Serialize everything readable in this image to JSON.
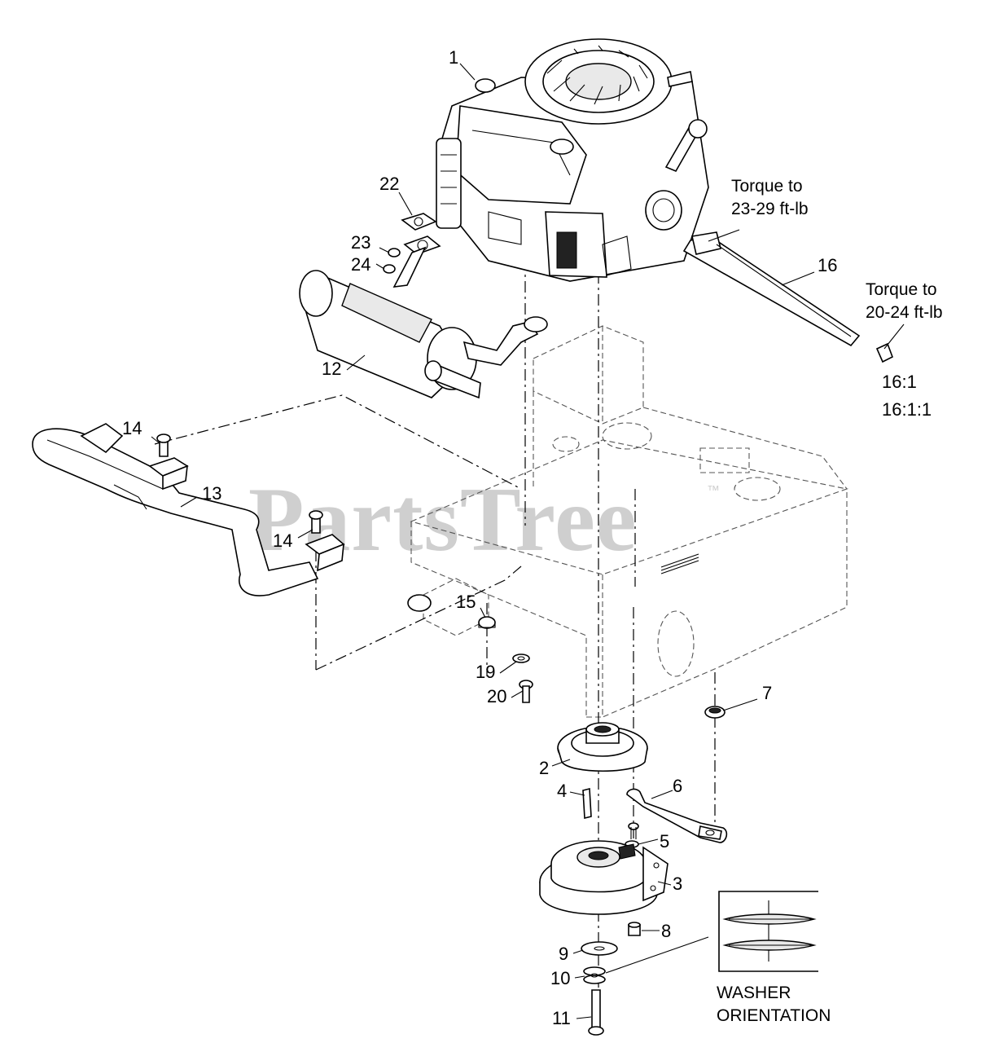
{
  "watermark": {
    "text": "PartsTree",
    "trademark": "™"
  },
  "parts": {
    "p1": "1",
    "p2": "2",
    "p3": "3",
    "p4": "4",
    "p5": "5",
    "p6": "6",
    "p7": "7",
    "p8": "8",
    "p9": "9",
    "p10": "10",
    "p11": "11",
    "p12": "12",
    "p13": "13",
    "p14a": "14",
    "p14b": "14",
    "p15": "15",
    "p16": "16",
    "p16_1": "16:1",
    "p16_1_1": "16:1:1",
    "p19": "19",
    "p20": "20",
    "p22": "22",
    "p23": "23",
    "p24": "24"
  },
  "notes": {
    "torque1_line1": "Torque to",
    "torque1_line2": "23-29 ft-lb",
    "torque2_line1": "Torque to",
    "torque2_line2": "20-24 ft-lb",
    "washer_line1": "WASHER",
    "washer_line2": "ORIENTATION"
  }
}
